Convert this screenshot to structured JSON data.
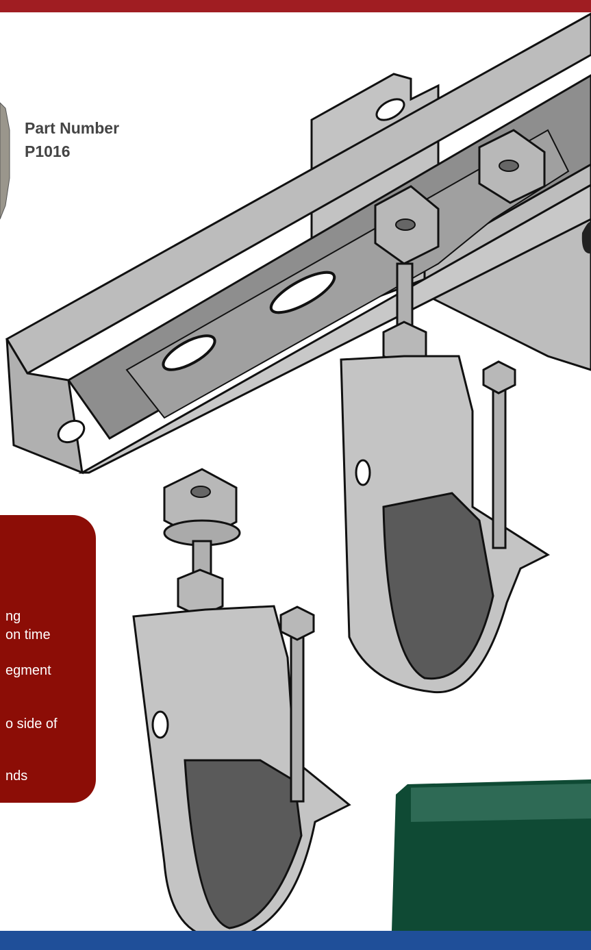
{
  "part_label": "Part Number",
  "part_number": "P1016",
  "feature_fragments": [
    "ng",
    "on time",
    "egment",
    "o side of",
    "nds"
  ],
  "colors": {
    "top_band": "#a01d22",
    "feature_box": "#8c0d06",
    "bottom_band": "#1f4f99",
    "steel": "#b5b5b5",
    "green_product": "#0f4a34"
  }
}
